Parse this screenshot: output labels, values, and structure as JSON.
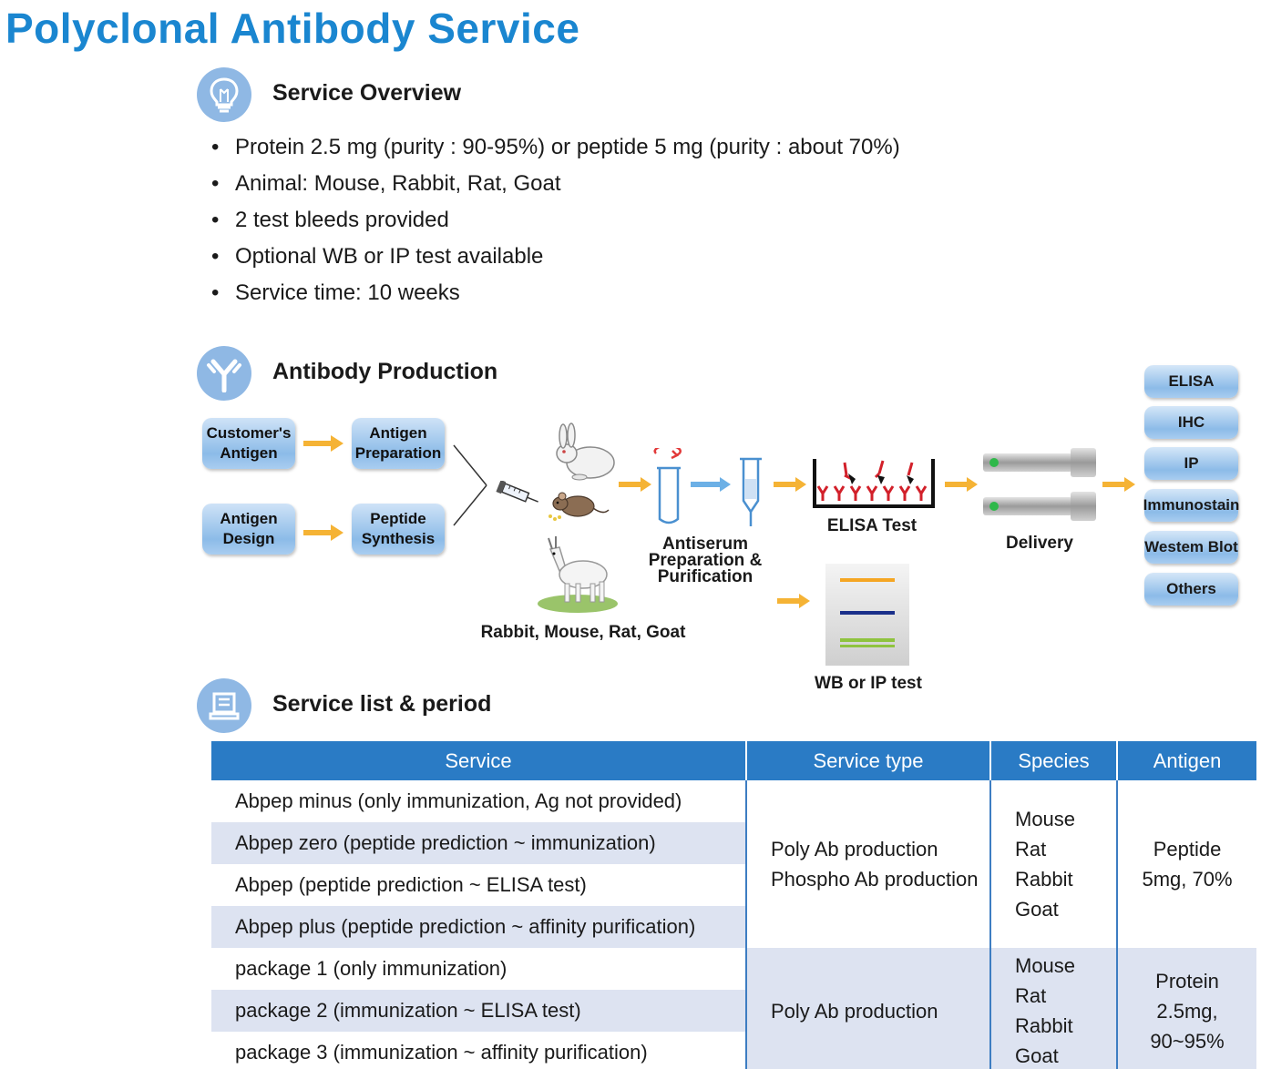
{
  "title": "Polyclonal Antibody Service",
  "overview": {
    "heading": "Service Overview",
    "icon": "lightbulb-icon",
    "bullets": [
      "Protein 2.5 mg (purity : 90-95%) or peptide 5 mg (purity : about 70%)",
      "Animal: Mouse, Rabbit, Rat, Goat",
      "2 test bleeds provided",
      "Optional WB or IP test available",
      "Service time: 10 weeks"
    ]
  },
  "production": {
    "heading": "Antibody Production",
    "icon": "antibody-icon",
    "steps": {
      "customer_antigen": "Customer's\nAntigen",
      "antigen_preparation": "Antigen\nPreparation",
      "antigen_design": "Antigen\nDesign",
      "peptide_synthesis": "Peptide\nSynthesis"
    },
    "animals_label": "Rabbit, Mouse, Rat, Goat",
    "antiserum_label": "Antiserum\nPreparation &\nPurification",
    "elisa_label": "ELISA Test",
    "wb_label": "WB or IP test",
    "delivery_label": "Delivery",
    "applications": [
      "ELISA",
      "IHC",
      "IP",
      "Immunostain",
      "Westem Blot",
      "Others"
    ],
    "colors": {
      "arrow": "#f5b335",
      "arrow_blue": "#6cb0e6",
      "pill": "#8cbbe8"
    }
  },
  "service_list": {
    "heading": "Service list & period",
    "icon": "document-icon",
    "headers": [
      "Service",
      "Service type",
      "Species",
      "Antigen"
    ],
    "group1": {
      "services": [
        "Abpep minus (only immunization, Ag not provided)",
        "Abpep zero (peptide prediction ~ immunization)",
        "Abpep (peptide prediction ~ ELISA test)",
        "Abpep plus (peptide prediction ~ affinity purification)"
      ],
      "type": "Poly Ab production\nPhospho Ab production",
      "species": "Mouse\nRat\nRabbit\nGoat",
      "antigen": "Peptide\n5mg, 70%"
    },
    "group2": {
      "services": [
        "package 1 (only immunization)",
        "package 2 (immunization ~ ELISA test)",
        "package 3 (immunization ~ affinity purification)"
      ],
      "type": "Poly Ab production",
      "species": "Mouse\nRat\nRabbit\nGoat",
      "antigen": "Protein\n2.5mg, 90~95%"
    },
    "colors": {
      "header": "#2a7bc5",
      "alt_row": "#dde3f1"
    }
  }
}
